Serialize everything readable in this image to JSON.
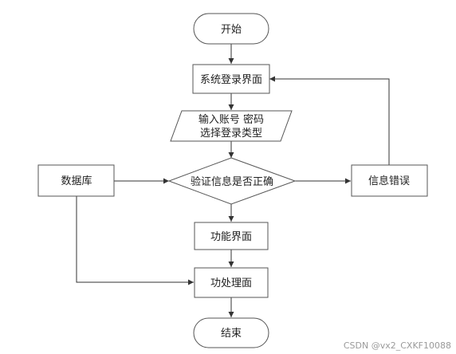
{
  "nodes": {
    "start": "开始",
    "login": "系统登录界面",
    "input_line1": "输入账号 密码",
    "input_line2": "选择登录类型",
    "decision": "验证信息是否正确",
    "database": "数据库",
    "error": "信息错误",
    "function": "功能界面",
    "process": "功处理面",
    "end": "结束"
  },
  "watermark": "CSDN @vx2_CXKF10088",
  "colors": {
    "stroke": "#555555",
    "edge": "#333333",
    "fill": "#ffffff",
    "watermark": "#9a9a9a"
  }
}
